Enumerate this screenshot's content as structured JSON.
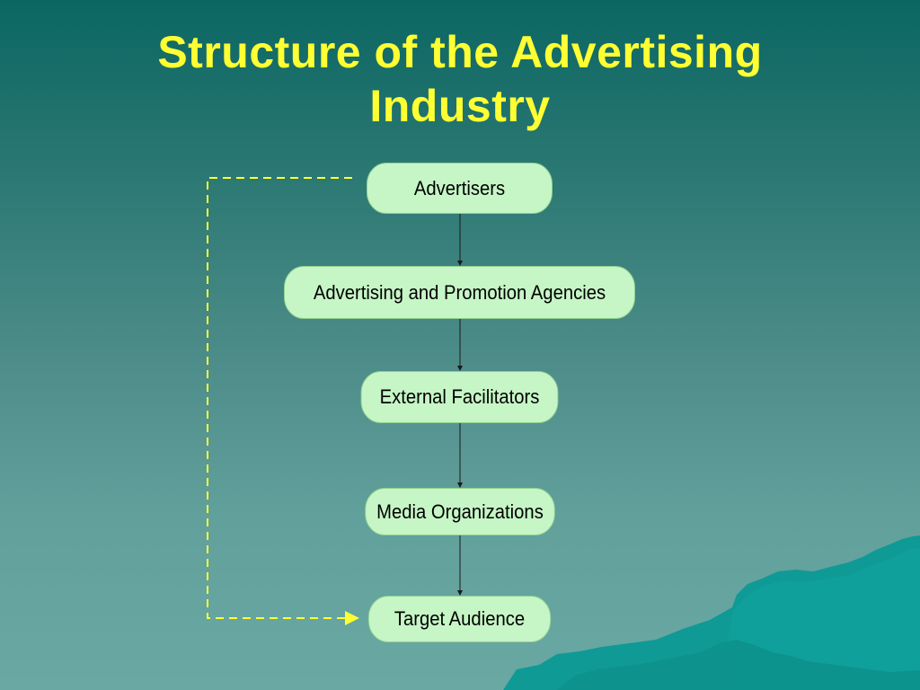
{
  "slide": {
    "title_line1": "Structure of the Advertising",
    "title_line2": "Industry"
  },
  "diagram": {
    "nodes": [
      {
        "id": "advertisers",
        "label": "Advertisers"
      },
      {
        "id": "agencies",
        "label": "Advertising and Promotion Agencies"
      },
      {
        "id": "facilitators",
        "label": "External Facilitators"
      },
      {
        "id": "media",
        "label": "Media Organizations"
      },
      {
        "id": "audience",
        "label": "Target Audience"
      }
    ]
  },
  "colors": {
    "title": "#ffff33",
    "node_fill": "#c6f5c6",
    "dashed_connector": "#ffff33",
    "background_top": "#0b6662",
    "background_bottom": "#6aa8a4",
    "mountain": "#0f9a96"
  }
}
